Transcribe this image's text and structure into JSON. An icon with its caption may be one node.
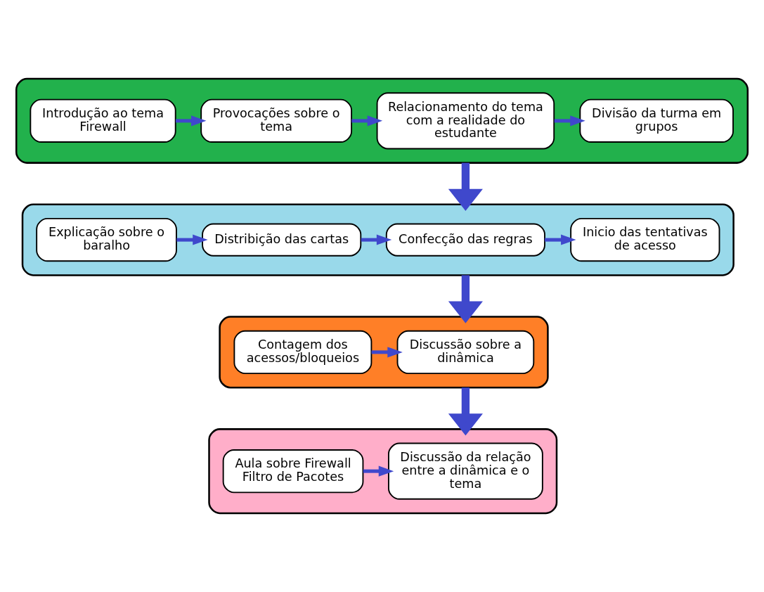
{
  "diagram": {
    "nodes": [
      {
        "text": [],
        "shape": "box"
      },
      {
        "text": [
          "Introdução ao tema Firewall"
        ],
        "in": 0
      },
      {
        "text": [
          "Provocações sobre o tema"
        ],
        "in": 0
      },
      {
        "text": [
          "Relacionamento do tema com a realidade do estudante"
        ],
        "in": 0
      },
      {
        "text": [
          "Divisão da turma em grupos"
        ],
        "in": 0
      },
      {
        "text": [],
        "shape": "box"
      },
      {
        "text": [
          "Explicação sobre o baralho"
        ],
        "in": 5
      },
      {
        "text": [
          "Distribição das cartas"
        ],
        "in": 5
      },
      {
        "text": [
          "Confecção das regras"
        ],
        "in": 5
      },
      {
        "text": [
          "Inicio das tentativas de acesso"
        ],
        "in": 5
      },
      {
        "text": [],
        "shape": "box"
      },
      {
        "text": [
          "Contagem dos acessos/bloqueios"
        ],
        "in": 10
      },
      {
        "text": [
          "Discussão sobre a dinâmica"
        ],
        "in": 10
      },
      {
        "text": [],
        "shape": "box"
      },
      {
        "text": [
          "Aula sobre Firewall Filtro de Pacotes"
        ],
        "in": 13
      },
      {
        "text": [
          "Discussão da relação entre a dinâmica e o tema"
        ],
        "in": 13
      }
    ],
    "edges": [
      {
        "from": 1,
        "to": 2,
        "arrow": "to"
      },
      {
        "from": 2,
        "to": 3,
        "arrow": "to"
      },
      {
        "from": 3,
        "to": 4,
        "arrow": "to"
      },
      {
        "from": 0,
        "to": 5,
        "arrow": "to",
        "style": "thick"
      },
      {
        "from": 6,
        "to": 7,
        "arrow": "to"
      },
      {
        "from": 7,
        "to": 8,
        "arrow": "to"
      },
      {
        "from": 8,
        "to": 9,
        "arrow": "to"
      },
      {
        "from": 5,
        "to": 10,
        "arrow": "to",
        "style": "thick"
      },
      {
        "from": 11,
        "to": 12,
        "arrow": "to"
      },
      {
        "from": 10,
        "to": 13,
        "arrow": "to",
        "style": "thick"
      },
      {
        "from": 14,
        "to": 15,
        "arrow": "to"
      }
    ]
  }
}
